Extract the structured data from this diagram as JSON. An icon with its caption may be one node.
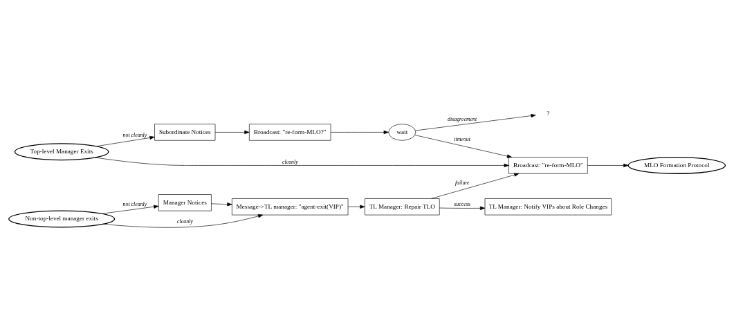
{
  "diagram": {
    "nodes": [
      {
        "text": [
          "Top-level Manager Exits"
        ]
      },
      {
        "text": [
          "Subordinate Notices"
        ]
      },
      {
        "text": [
          "Broadcast: \"re-form-MLO?\""
        ]
      },
      {
        "text": [
          "wait"
        ]
      },
      {
        "text": [
          "?"
        ]
      },
      {
        "text": [
          "Broadcast: \"re-form-MLO\""
        ]
      },
      {
        "text": [
          "MLO Formation Protocol"
        ]
      },
      {
        "text": [
          "Manager Notices"
        ]
      },
      {
        "text": [
          "Non-top-level manager exits"
        ]
      },
      {
        "text": [
          "Message->TL manager: \"agent-exit(VIP)\""
        ]
      },
      {
        "text": [
          "TL Manager: Repair TLO"
        ]
      },
      {
        "text": [
          "TL Manager: Notify VIPs about Role Changes"
        ]
      }
    ],
    "edges": [
      {
        "from": 0,
        "to": 5,
        "arrow": "to",
        "label": "cleanly"
      },
      {
        "from": 0,
        "to": 1,
        "arrow": "to",
        "label": "not cleanly"
      },
      {
        "from": 1,
        "to": 2,
        "arrow": "to"
      },
      {
        "from": 2,
        "to": 3,
        "arrow": "to"
      },
      {
        "from": 3,
        "to": 5,
        "arrow": "to",
        "label": "timeout"
      },
      {
        "from": 3,
        "to": 4,
        "arrow": "to",
        "label": "disagreement"
      },
      {
        "from": 5,
        "to": 6,
        "arrow": "to"
      },
      {
        "from": 8,
        "to": 7,
        "arrow": "to",
        "label": "not cleanly"
      },
      {
        "from": 7,
        "to": 9,
        "arrow": "to"
      },
      {
        "from": 8,
        "to": 9,
        "arrow": "to",
        "label": "cleanly"
      },
      {
        "from": 9,
        "to": 10,
        "arrow": "to"
      },
      {
        "from": 10,
        "to": 5,
        "arrow": "to",
        "label": "failure"
      },
      {
        "from": 10,
        "to": 11,
        "arrow": "to",
        "label": "success"
      }
    ]
  }
}
